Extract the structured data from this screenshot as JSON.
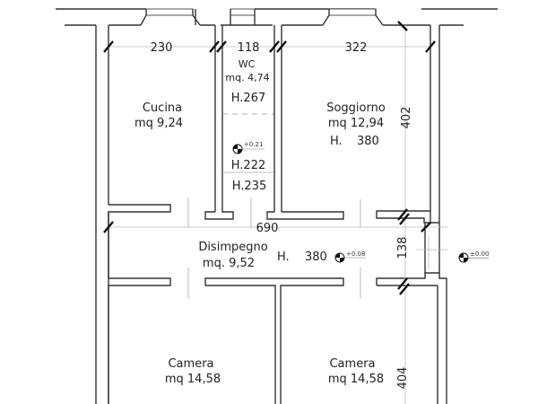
{
  "plan": {
    "rooms": [
      {
        "name": "Cucina",
        "area": "mq 9,24"
      },
      {
        "name": "WC",
        "area": "mq. 4,74",
        "heights": [
          "H.267",
          "H.222",
          "H.235"
        ]
      },
      {
        "name": "Soggiorno",
        "area": "mq 12,94",
        "height_label": "H.",
        "height_value": "380"
      },
      {
        "name": "Disimpegno",
        "area": "mq. 9,52",
        "height_label": "H.",
        "height_value": "380"
      },
      {
        "name": "Camera",
        "area": "mq 14,58"
      },
      {
        "name": "Camera",
        "area": "mq 14,58"
      }
    ],
    "dimensions": {
      "cucina_width": "230",
      "wc_width": "118",
      "soggiorno_width": "322",
      "soggiorno_depth": "402",
      "disimpegno_length": "690",
      "disimpegno_depth": "138",
      "camera_depth": "404"
    },
    "elevations": {
      "wc": "+0.21",
      "disimpegno": "+0.08",
      "exterior": "±0.00"
    }
  }
}
